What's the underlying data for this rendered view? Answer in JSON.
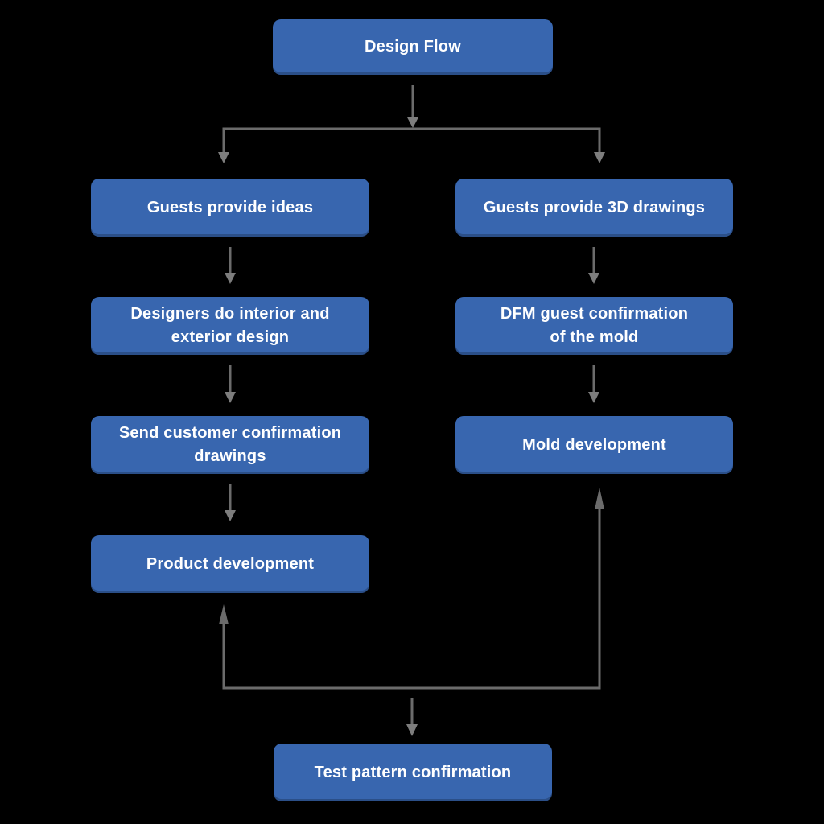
{
  "diagram": {
    "title": "Design Flow",
    "nodes": {
      "design_flow": {
        "label": "Design Flow"
      },
      "guests_provide_ideas": {
        "label": "Guests provide ideas"
      },
      "designers_interior_exterior": {
        "label": "Designers do interior and\nexterior design"
      },
      "send_customer_confirmation": {
        "label": "Send customer confirmation\ndrawings"
      },
      "product_development": {
        "label": "Product development"
      },
      "guests_provide_3d_drawings": {
        "label": "Guests provide 3D drawings"
      },
      "dfm_guest_confirmation": {
        "label": "DFM guest confirmation\nof the mold"
      },
      "mold_development": {
        "label": "Mold development"
      },
      "test_pattern_confirmation": {
        "label": "Test pattern confirmation"
      }
    },
    "edges": [
      "design_flow -> guests_provide_ideas",
      "design_flow -> guests_provide_3d_drawings",
      "guests_provide_ideas -> designers_interior_exterior",
      "designers_interior_exterior -> send_customer_confirmation",
      "send_customer_confirmation -> product_development",
      "guests_provide_3d_drawings -> dfm_guest_confirmation",
      "dfm_guest_confirmation -> mold_development",
      "feedback -> test_pattern_confirmation",
      "feedback -> product_development",
      "feedback -> mold_development"
    ],
    "colors": {
      "background": "#000000",
      "node_fill": "#3866af",
      "node_text": "#ffffff",
      "connector": "#6b6b6b",
      "connector_head": "#7d7d7d"
    }
  }
}
